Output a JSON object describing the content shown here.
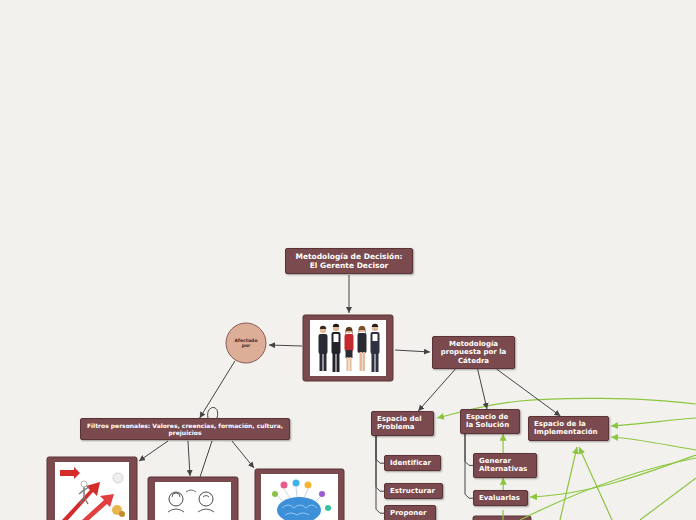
{
  "diagram": {
    "nodes": [
      {
        "text": [
          "Metodología de Decisión: El Gerente Decisor"
        ]
      },
      {
        "text": [
          "Afectado por"
        ]
      },
      {
        "text": [
          "Metodología propuesta por la Cátedra"
        ]
      },
      {
        "text": [
          "Filtros personales: Valores, creencias, formación, cultura, prejuicios"
        ]
      },
      {
        "text": [
          "Espacio del Problema"
        ]
      },
      {
        "text": [
          "Espacio de la Solución"
        ]
      },
      {
        "text": [
          "Espacio de la Implementación"
        ]
      },
      {
        "text": [
          "Identificar"
        ]
      },
      {
        "text": [
          "Estructurar"
        ]
      },
      {
        "text": [
          "Proponer"
        ]
      },
      {
        "text": [
          "Generar Alternativas"
        ]
      },
      {
        "text": [
          "Evaluarlas"
        ]
      }
    ],
    "edges": [
      {
        "from": 1,
        "to": 3,
        "arrow": "to"
      },
      {
        "from": 2,
        "to": 4,
        "arrow": "to"
      },
      {
        "from": 2,
        "to": 5,
        "arrow": "to"
      },
      {
        "from": 2,
        "to": 6,
        "arrow": "to"
      },
      {
        "from": 4,
        "to": 7,
        "arrow": "none"
      },
      {
        "from": 4,
        "to": 8,
        "arrow": "none"
      },
      {
        "from": 4,
        "to": 9,
        "arrow": "none"
      },
      {
        "from": 5,
        "to": 10,
        "arrow": "none"
      },
      {
        "from": 5,
        "to": 11,
        "arrow": "none"
      },
      {
        "from": 10,
        "to": 5,
        "arrow": "to"
      },
      {
        "from": 11,
        "to": 10,
        "arrow": "to"
      }
    ]
  }
}
